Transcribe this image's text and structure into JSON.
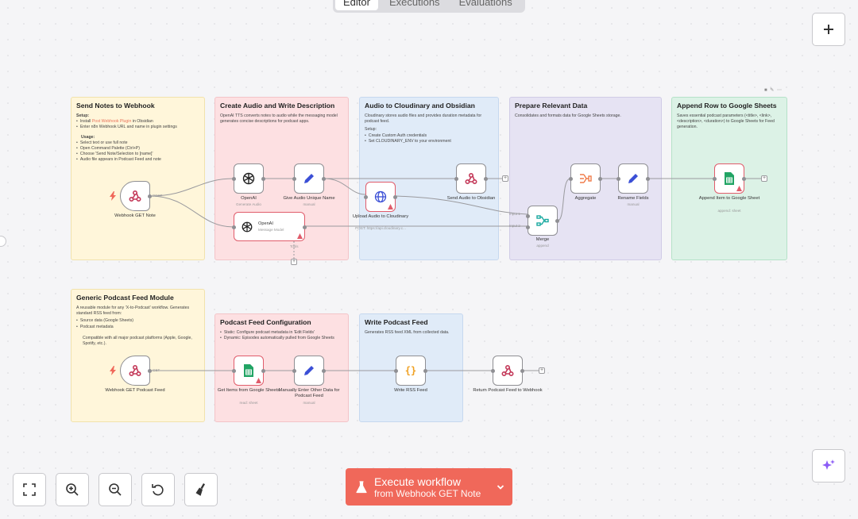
{
  "tabs": [
    {
      "label": "Editor"
    },
    {
      "label": "Executions"
    },
    {
      "label": "Evaluations"
    }
  ],
  "stickies": {
    "send_notes": {
      "title": "Send Notes to Webhook",
      "setup_heading": "Setup:",
      "setup_items": [
        "Install",
        "Post Webhook Plugin",
        "in Obsidian",
        "Enter n8n Webhook URL and name in plugin settings"
      ],
      "usage_heading": "Usage:",
      "usage_items": [
        "Select text or use full note",
        "Open Command Palette (Ctrl+P)",
        "Choose 'Send Note/Selection to [name]'",
        "Audio file appears in Podcast Feed and note"
      ]
    },
    "create_audio": {
      "title": "Create Audio and Write Description",
      "text": "OpenAI TTS converts notes to audio while the messaging model generates concise descriptions for podcast apps."
    },
    "cloudinary": {
      "title": "Audio to Cloudinary and Obsidian",
      "text": "Cloudinary stores audio files and provides duration metadata for podcast feed.",
      "setup_heading": "Setup:",
      "items": [
        "Create Custom Auth credentials",
        "Set CLOUDINARY_ENV to your environment"
      ]
    },
    "prepare": {
      "title": "Prepare Relevant Data",
      "text": "Consolidates and formats data for Google Sheets storage."
    },
    "append_row": {
      "title": "Append Row to Google Sheets",
      "text": "Saves essential podcast parameters (<title>, <link>, <description>, <duration>) to Google Sheets for Feed generation."
    },
    "generic": {
      "title": "Generic Podcast Feed Module",
      "text": "A reusable module for any 'X-to-Podcast' workflow. Generates standard RSS feed from:",
      "items": [
        "Source data (Google Sheets)",
        "Podcast metadata"
      ],
      "text2": "Compatible with all major podcast platforms (Apple, Google, Spotify, etc.)."
    },
    "feed_config": {
      "title": "Podcast Feed Configuration",
      "items": [
        "Static: Configure podcast metadata in 'Edit Fields'",
        "Dynamic: Episodes automatically pulled from Google Sheets"
      ]
    },
    "write_feed": {
      "title": "Write Podcast Feed",
      "text": "Generates RSS feed XML from collected data."
    }
  },
  "nodes": {
    "webhook_note": {
      "label": "Webhook GET Note"
    },
    "openai_audio": {
      "label": "OpenAI",
      "sub": "Generate Audio"
    },
    "give_name": {
      "label": "Give Audio Unique Name",
      "sub": "manual"
    },
    "openai_msg": {
      "label": "OpenAI",
      "sub": "Message Model"
    },
    "upload": {
      "label": "Upload Audio to Cloudinary",
      "sub": "POST: https://api.cloudinary.c..."
    },
    "send_obsidian": {
      "label": "Send Audio to Obsidian"
    },
    "merge": {
      "label": "Merge",
      "sub": "append"
    },
    "aggregate": {
      "label": "Aggregate"
    },
    "rename": {
      "label": "Rename Fields",
      "sub": "manual"
    },
    "append_item": {
      "label": "Append Item to Google Sheet",
      "sub": "append: sheet"
    },
    "webhook_feed": {
      "label": "Webhook GET Podcast Feed"
    },
    "get_items": {
      "label": "Get Items from Google Sheets",
      "sub": "read: sheet"
    },
    "manual_enter": {
      "label": "Manually Enter Other Data for Podcast Feed",
      "sub": "manual"
    },
    "write_rss": {
      "label": "Write RSS Feed"
    },
    "return_feed": {
      "label": "Return Podcast Feed to Webhook"
    }
  },
  "edge_labels": {
    "post": "POST",
    "get": "GET",
    "tools": "Tools",
    "input1": "Input 1",
    "input2": "Input 2"
  },
  "execute": {
    "line1": "Execute workflow",
    "line2": "from Webhook GET Note"
  },
  "colors": {
    "accent": "#f0685a",
    "sticky_yellow": "#fff6da",
    "sticky_red": "#fde0e2",
    "sticky_blue": "#e0ebf8",
    "sticky_purple": "#e6e3f3",
    "sticky_green": "#dcf2e6"
  }
}
